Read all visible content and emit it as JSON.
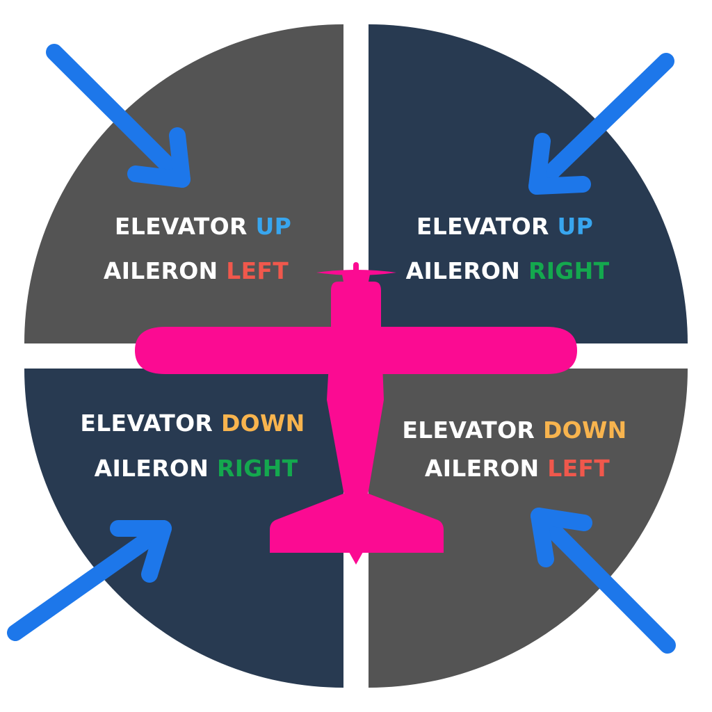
{
  "colors": {
    "background": "#ffffff",
    "quadrant_gray": "#545454",
    "quadrant_navy": "#283a51",
    "text_white": "#ffffff",
    "up": "#38a6ef",
    "down": "#f8b44e",
    "left": "#f0584c",
    "right": "#14a84e",
    "arrow": "#1d77ea",
    "airplane": "#fb0b92"
  },
  "quadrants": {
    "top_left": {
      "elevator_word": "ELEVATOR",
      "elevator_dir": "UP",
      "aileron_word": "AILERON",
      "aileron_dir": "LEFT"
    },
    "top_right": {
      "elevator_word": "ELEVATOR",
      "elevator_dir": "UP",
      "aileron_word": "AILERON",
      "aileron_dir": "RIGHT"
    },
    "bottom_left": {
      "elevator_word": "ELEVATOR",
      "elevator_dir": "DOWN",
      "aileron_word": "AILERON",
      "aileron_dir": "RIGHT"
    },
    "bottom_right": {
      "elevator_word": "ELEVATOR",
      "elevator_dir": "DOWN",
      "aileron_word": "AILERON",
      "aileron_dir": "LEFT"
    }
  },
  "icons": {
    "arrows": [
      "arrow-icon-top-left",
      "arrow-icon-top-right",
      "arrow-icon-bottom-left",
      "arrow-icon-bottom-right"
    ],
    "center": "airplane-icon"
  }
}
